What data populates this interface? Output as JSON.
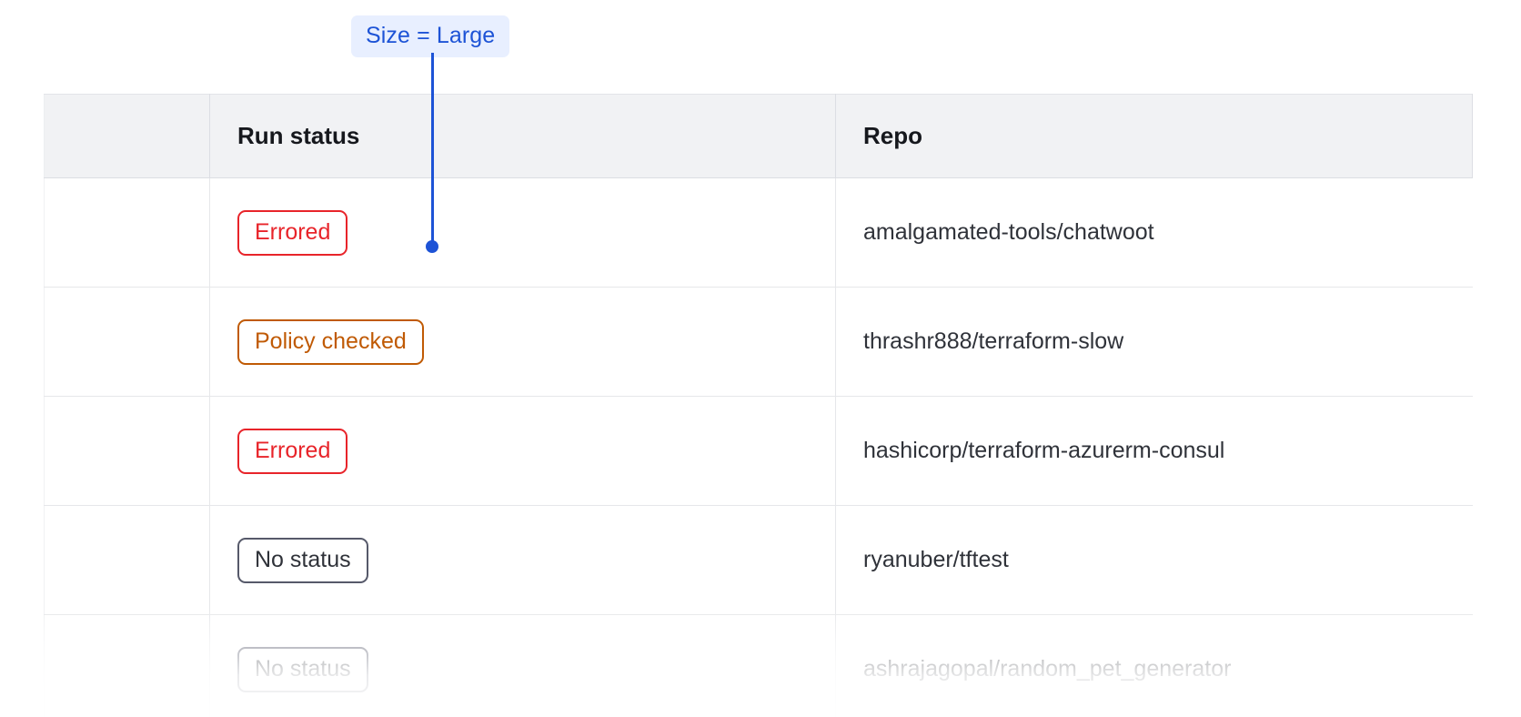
{
  "annotation": {
    "label": "Size = Large",
    "chip_bg": "#e8efff",
    "chip_color": "#1d53d6",
    "line_color": "#1d53d6"
  },
  "table": {
    "columns": [
      {
        "key": "select",
        "label": ""
      },
      {
        "key": "status",
        "label": "Run status"
      },
      {
        "key": "repo",
        "label": "Repo"
      }
    ],
    "header_bg": "#f1f2f4",
    "rows": [
      {
        "status": "Errored",
        "status_variant": "errored",
        "repo": "amalgamated-tools/chatwoot"
      },
      {
        "status": "Policy checked",
        "status_variant": "policy",
        "repo": "thrashr888/terraform-slow"
      },
      {
        "status": "Errored",
        "status_variant": "errored",
        "repo": "hashicorp/terraform-azurerm-consul"
      },
      {
        "status": "No status",
        "status_variant": "nostatus",
        "repo": "ryanuber/tftest"
      },
      {
        "status": "No status",
        "status_variant": "nostatus",
        "repo": "ashrajagopal/random_pet_generator"
      }
    ]
  },
  "status_colors": {
    "errored": "#e8242a",
    "policy_checked": "#c05a04",
    "no_status": "#56596a"
  }
}
